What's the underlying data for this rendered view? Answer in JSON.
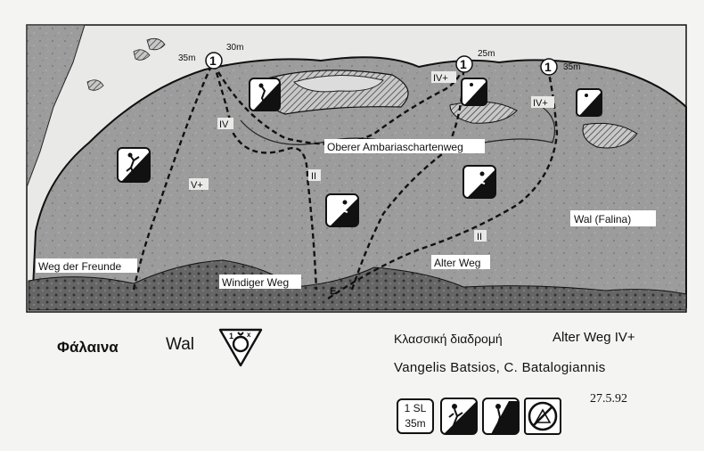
{
  "topo": {
    "labels": {
      "weg_der_freunde": "Weg der Freunde",
      "windiger_weg": "Windiger Weg",
      "oberer": "Oberer Ambariaschartenweg",
      "alter_weg": "Alter Weg",
      "wal_falina": "Wal (Falina)"
    },
    "lengths": [
      "35m",
      "30m",
      "25m",
      "35m"
    ],
    "pitch_numbers": [
      "1",
      "1",
      "1"
    ],
    "grades": [
      "IV",
      "V+",
      "II",
      "IV+",
      "IV+",
      "II"
    ],
    "start_mark": "E"
  },
  "info": {
    "name_greek": "Φάλαινα",
    "name_de": "Wal",
    "crag_icon_labels": [
      "1",
      "x"
    ],
    "classic_label": "Κλασσική διαδρομή",
    "classic_route": "Alter Weg  IV+",
    "authors": "Vangelis Batsios, C. Batalogiannis",
    "date": "27.5.92",
    "length_box": [
      "1 SL",
      "35m"
    ]
  },
  "colors": {
    "ink": "#111111",
    "rock": "#9a9a9a",
    "paper": "#f4f4f2"
  }
}
